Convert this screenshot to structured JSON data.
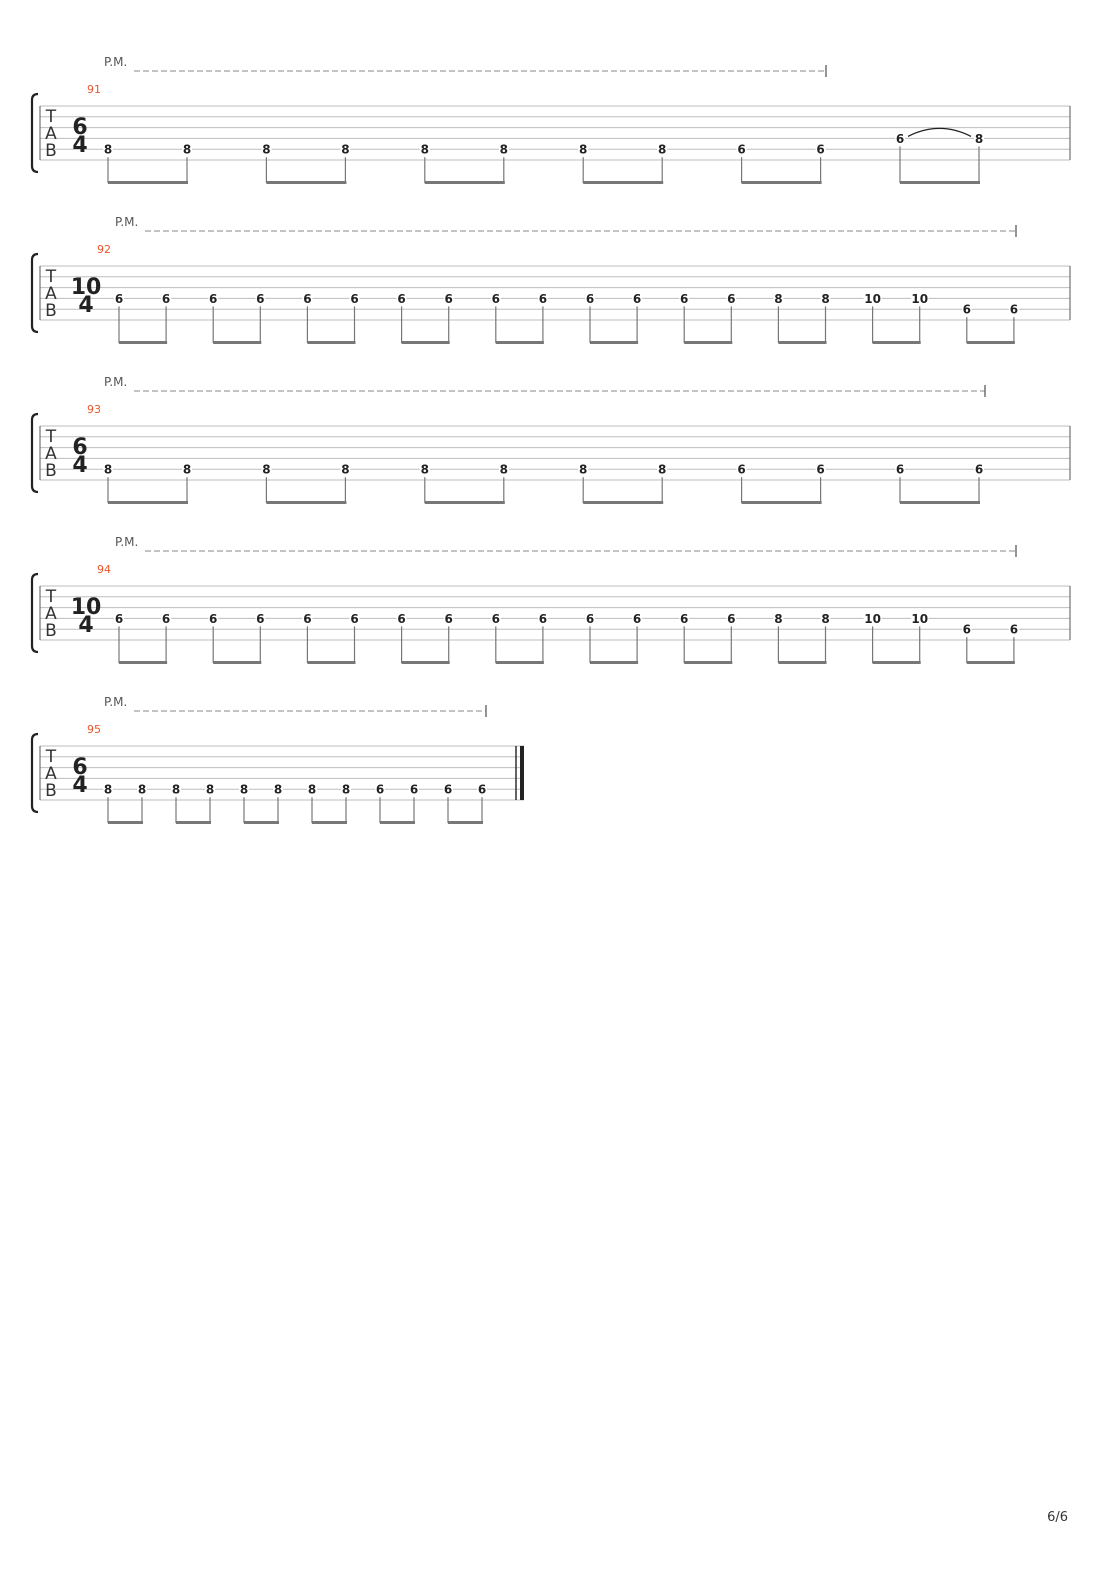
{
  "page": {
    "number": "6/6"
  },
  "tab_clef": {
    "t": "T",
    "a": "A",
    "b": "B"
  },
  "colors": {
    "measure_number": "#e8562a",
    "staff_line": "#bdbdbd",
    "barline": "#555555",
    "fret": "#222222",
    "beam": "#777777",
    "annotation": "#555555"
  },
  "systems": [
    {
      "measure_number": "91",
      "time_signature": {
        "top": "6",
        "bottom": "4"
      },
      "palm_mute": "P.M.",
      "notes": [
        {
          "fret": "8",
          "string": 5
        },
        {
          "fret": "8",
          "string": 5
        },
        {
          "fret": "8",
          "string": 5
        },
        {
          "fret": "8",
          "string": 5
        },
        {
          "fret": "8",
          "string": 5
        },
        {
          "fret": "8",
          "string": 5
        },
        {
          "fret": "8",
          "string": 5
        },
        {
          "fret": "8",
          "string": 5
        },
        {
          "fret": "6",
          "string": 5
        },
        {
          "fret": "6",
          "string": 5
        },
        {
          "fret": "6",
          "string": 4
        },
        {
          "fret": "8",
          "string": 4
        }
      ],
      "slur": [
        10,
        11
      ],
      "final_barline": false
    },
    {
      "measure_number": "92",
      "time_signature": {
        "top": "10",
        "bottom": "4"
      },
      "palm_mute": "P.M.",
      "notes": [
        {
          "fret": "6",
          "string": 4
        },
        {
          "fret": "6",
          "string": 4
        },
        {
          "fret": "6",
          "string": 4
        },
        {
          "fret": "6",
          "string": 4
        },
        {
          "fret": "6",
          "string": 4
        },
        {
          "fret": "6",
          "string": 4
        },
        {
          "fret": "6",
          "string": 4
        },
        {
          "fret": "6",
          "string": 4
        },
        {
          "fret": "6",
          "string": 4
        },
        {
          "fret": "6",
          "string": 4
        },
        {
          "fret": "6",
          "string": 4
        },
        {
          "fret": "6",
          "string": 4
        },
        {
          "fret": "6",
          "string": 4
        },
        {
          "fret": "6",
          "string": 4
        },
        {
          "fret": "8",
          "string": 4
        },
        {
          "fret": "8",
          "string": 4
        },
        {
          "fret": "10",
          "string": 4
        },
        {
          "fret": "10",
          "string": 4
        },
        {
          "fret": "6",
          "string": 5
        },
        {
          "fret": "6",
          "string": 5
        }
      ],
      "slur": null,
      "final_barline": false
    },
    {
      "measure_number": "93",
      "time_signature": {
        "top": "6",
        "bottom": "4"
      },
      "palm_mute": "P.M.",
      "notes": [
        {
          "fret": "8",
          "string": 5
        },
        {
          "fret": "8",
          "string": 5
        },
        {
          "fret": "8",
          "string": 5
        },
        {
          "fret": "8",
          "string": 5
        },
        {
          "fret": "8",
          "string": 5
        },
        {
          "fret": "8",
          "string": 5
        },
        {
          "fret": "8",
          "string": 5
        },
        {
          "fret": "8",
          "string": 5
        },
        {
          "fret": "6",
          "string": 5
        },
        {
          "fret": "6",
          "string": 5
        },
        {
          "fret": "6",
          "string": 5
        },
        {
          "fret": "6",
          "string": 5
        }
      ],
      "slur": null,
      "final_barline": false
    },
    {
      "measure_number": "94",
      "time_signature": {
        "top": "10",
        "bottom": "4"
      },
      "palm_mute": "P.M.",
      "notes": [
        {
          "fret": "6",
          "string": 4
        },
        {
          "fret": "6",
          "string": 4
        },
        {
          "fret": "6",
          "string": 4
        },
        {
          "fret": "6",
          "string": 4
        },
        {
          "fret": "6",
          "string": 4
        },
        {
          "fret": "6",
          "string": 4
        },
        {
          "fret": "6",
          "string": 4
        },
        {
          "fret": "6",
          "string": 4
        },
        {
          "fret": "6",
          "string": 4
        },
        {
          "fret": "6",
          "string": 4
        },
        {
          "fret": "6",
          "string": 4
        },
        {
          "fret": "6",
          "string": 4
        },
        {
          "fret": "6",
          "string": 4
        },
        {
          "fret": "6",
          "string": 4
        },
        {
          "fret": "8",
          "string": 4
        },
        {
          "fret": "8",
          "string": 4
        },
        {
          "fret": "10",
          "string": 4
        },
        {
          "fret": "10",
          "string": 4
        },
        {
          "fret": "6",
          "string": 5
        },
        {
          "fret": "6",
          "string": 5
        }
      ],
      "slur": null,
      "final_barline": false
    },
    {
      "measure_number": "95",
      "time_signature": {
        "top": "6",
        "bottom": "4"
      },
      "palm_mute": "P.M.",
      "notes": [
        {
          "fret": "8",
          "string": 5
        },
        {
          "fret": "8",
          "string": 5
        },
        {
          "fret": "8",
          "string": 5
        },
        {
          "fret": "8",
          "string": 5
        },
        {
          "fret": "8",
          "string": 5
        },
        {
          "fret": "8",
          "string": 5
        },
        {
          "fret": "8",
          "string": 5
        },
        {
          "fret": "8",
          "string": 5
        },
        {
          "fret": "6",
          "string": 5
        },
        {
          "fret": "6",
          "string": 5
        },
        {
          "fret": "6",
          "string": 5
        },
        {
          "fret": "6",
          "string": 5
        }
      ],
      "slur": null,
      "final_barline": true
    }
  ]
}
